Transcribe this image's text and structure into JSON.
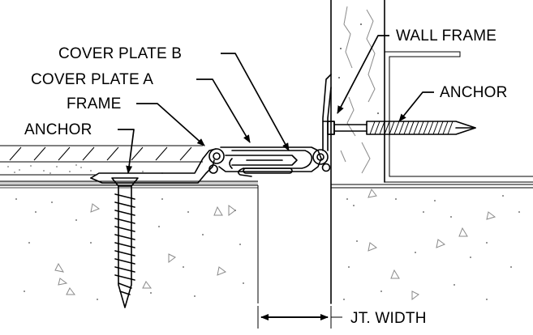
{
  "labels": {
    "wall_frame": "WALL FRAME",
    "cover_plate_b": "COVER PLATE B",
    "cover_plate_a": "COVER PLATE A",
    "frame": "FRAME",
    "anchor_left": "ANCHOR",
    "anchor_right": "ANCHOR",
    "joint_width": "JT. WIDTH"
  },
  "colors": {
    "line": "#000000",
    "background": "#ffffff",
    "concrete_hatch": "#8a8a8a"
  }
}
